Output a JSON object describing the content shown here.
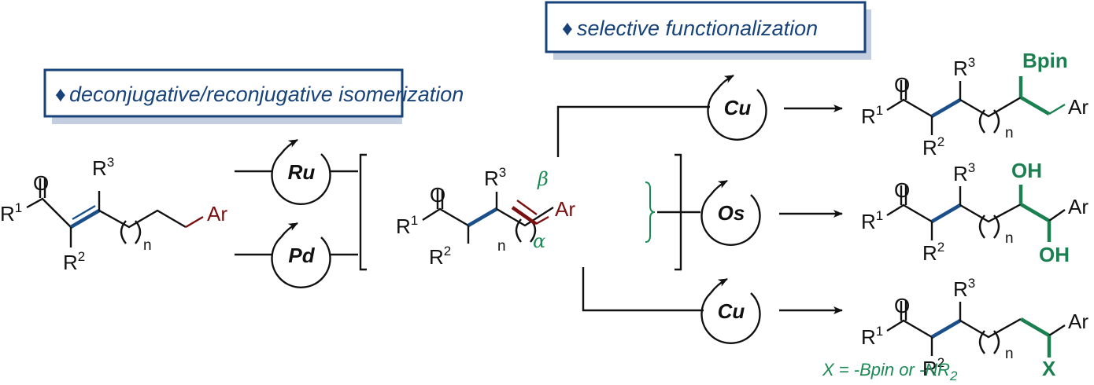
{
  "labels": {
    "box_isomerization": "deconjugative/reconjugative isomerization",
    "box_functionalization": "selective functionalization",
    "bullet": "♦"
  },
  "catalysts": {
    "ru": "Ru",
    "pd": "Pd",
    "cu_top": "Cu",
    "os": "Os",
    "cu_bottom": "Cu"
  },
  "atoms": {
    "O": "O",
    "R": "R",
    "sup1": "1",
    "sup2": "2",
    "sup3": "3",
    "n": "n",
    "Ar": "Ar",
    "beta": "β",
    "alpha": "α",
    "Bpin": "Bpin",
    "OH": "OH",
    "X": "X"
  },
  "footnote": {
    "prefix": "X = -Bpin or -NR",
    "sub": "2"
  },
  "colors": {
    "box_border": "#17427a",
    "box_shadow": "#c3cfe0",
    "bond_blue": "#1b4f8a",
    "bond_red": "#7a1010",
    "green": "#1a8050",
    "black": "#111111"
  }
}
